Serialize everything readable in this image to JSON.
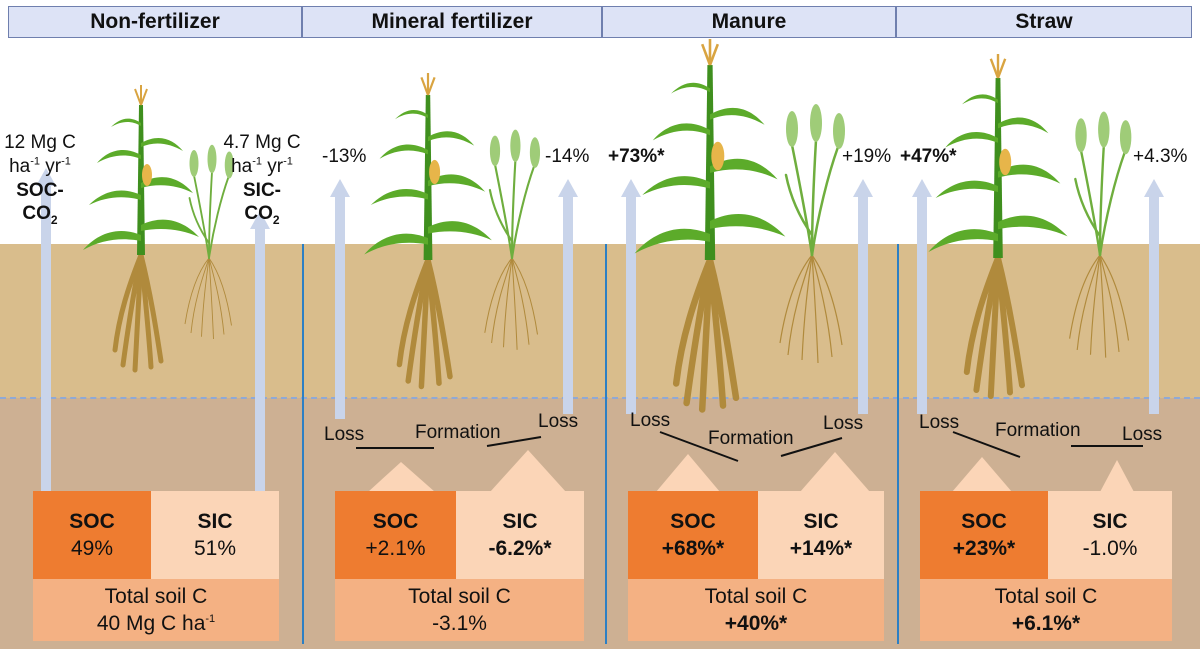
{
  "panels": [
    {
      "title": "Non-fertilizer",
      "soc_label": "SOC",
      "soc_value": "49%",
      "sic_label": "SIC",
      "sic_value": "51%",
      "total_label": "Total soil C",
      "total_value": "40 Mg C ha",
      "total_unit_sup": "-1"
    },
    {
      "title": "Mineral fertilizer",
      "soc_label": "SOC",
      "soc_value": "+2.1%",
      "sic_label": "SIC",
      "sic_value": "-6.2%*",
      "total_label": "Total soil C",
      "total_value": "-3.1%",
      "left_flux": "-13%",
      "right_flux": "-14%",
      "loss_left": "Loss",
      "formation": "Formation",
      "loss_right": "Loss"
    },
    {
      "title": "Manure",
      "soc_label": "SOC",
      "soc_value": "+68%*",
      "sic_label": "SIC",
      "sic_value": "+14%*",
      "total_label": "Total soil C",
      "total_value": "+40%*",
      "left_flux": "+73%*",
      "right_flux": "+19%",
      "loss_left": "Loss",
      "formation": "Formation",
      "loss_right": "Loss"
    },
    {
      "title": "Straw",
      "soc_label": "SOC",
      "soc_value": "+23%*",
      "sic_label": "SIC",
      "sic_value": "-1.0%",
      "total_label": "Total soil C",
      "total_value": "+6.1%*",
      "left_flux": "+47%*",
      "right_flux": "+4.3%",
      "loss_left": "Loss",
      "formation": "Formation",
      "loss_right": "Loss"
    }
  ],
  "fluxes": {
    "soc_amount": "12 Mg C",
    "soc_unit_a": "ha",
    "soc_unit_a_sup": "-1",
    "soc_unit_b": " yr",
    "soc_unit_b_sup": "-1",
    "soc_gas": "SOC-",
    "soc_gas_b": "CO",
    "soc_gas_sub": "2",
    "sic_amount": "4.7 Mg C",
    "sic_unit_a": "ha",
    "sic_unit_a_sup": "-1",
    "sic_unit_b": " yr",
    "sic_unit_b_sup": "-1",
    "sic_gas": "SIC-",
    "sic_gas_b": "CO",
    "sic_gas_sub": "2"
  },
  "colors": {
    "header_bg": "#dde3f6",
    "soil_top": "#d9bd8c",
    "soil_bottom": "#cdb093",
    "soc_box": "#ee7c30",
    "sic_box": "#fbd5b7",
    "total_box": "#f4b183",
    "arrow": "#c9d4ea",
    "divider": "#2c7fc4"
  },
  "icons": [
    "maize-plant-icon",
    "wheat-plant-icon",
    "upward-arrow-icon",
    "triangle-icon"
  ]
}
